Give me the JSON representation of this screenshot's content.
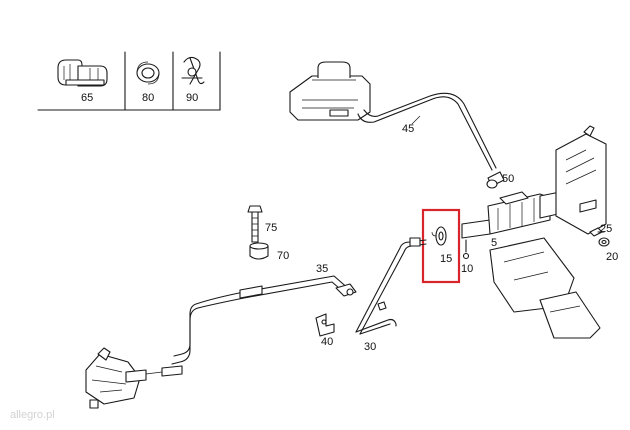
{
  "diagram": {
    "legend_parts": [
      {
        "id": "65",
        "label": "65"
      },
      {
        "id": "80",
        "label": "80"
      },
      {
        "id": "90",
        "label": "90"
      }
    ],
    "parts": {
      "p5": "5",
      "p10": "10",
      "p15": "15",
      "p20": "20",
      "p25": "25",
      "p30": "30",
      "p35": "35",
      "p40": "40",
      "p45": "45",
      "p50": "50",
      "p70": "70",
      "p75": "75"
    },
    "highlighted_part": "15",
    "highlight_color": "#d8242b",
    "watermark": "allegro.pl"
  }
}
